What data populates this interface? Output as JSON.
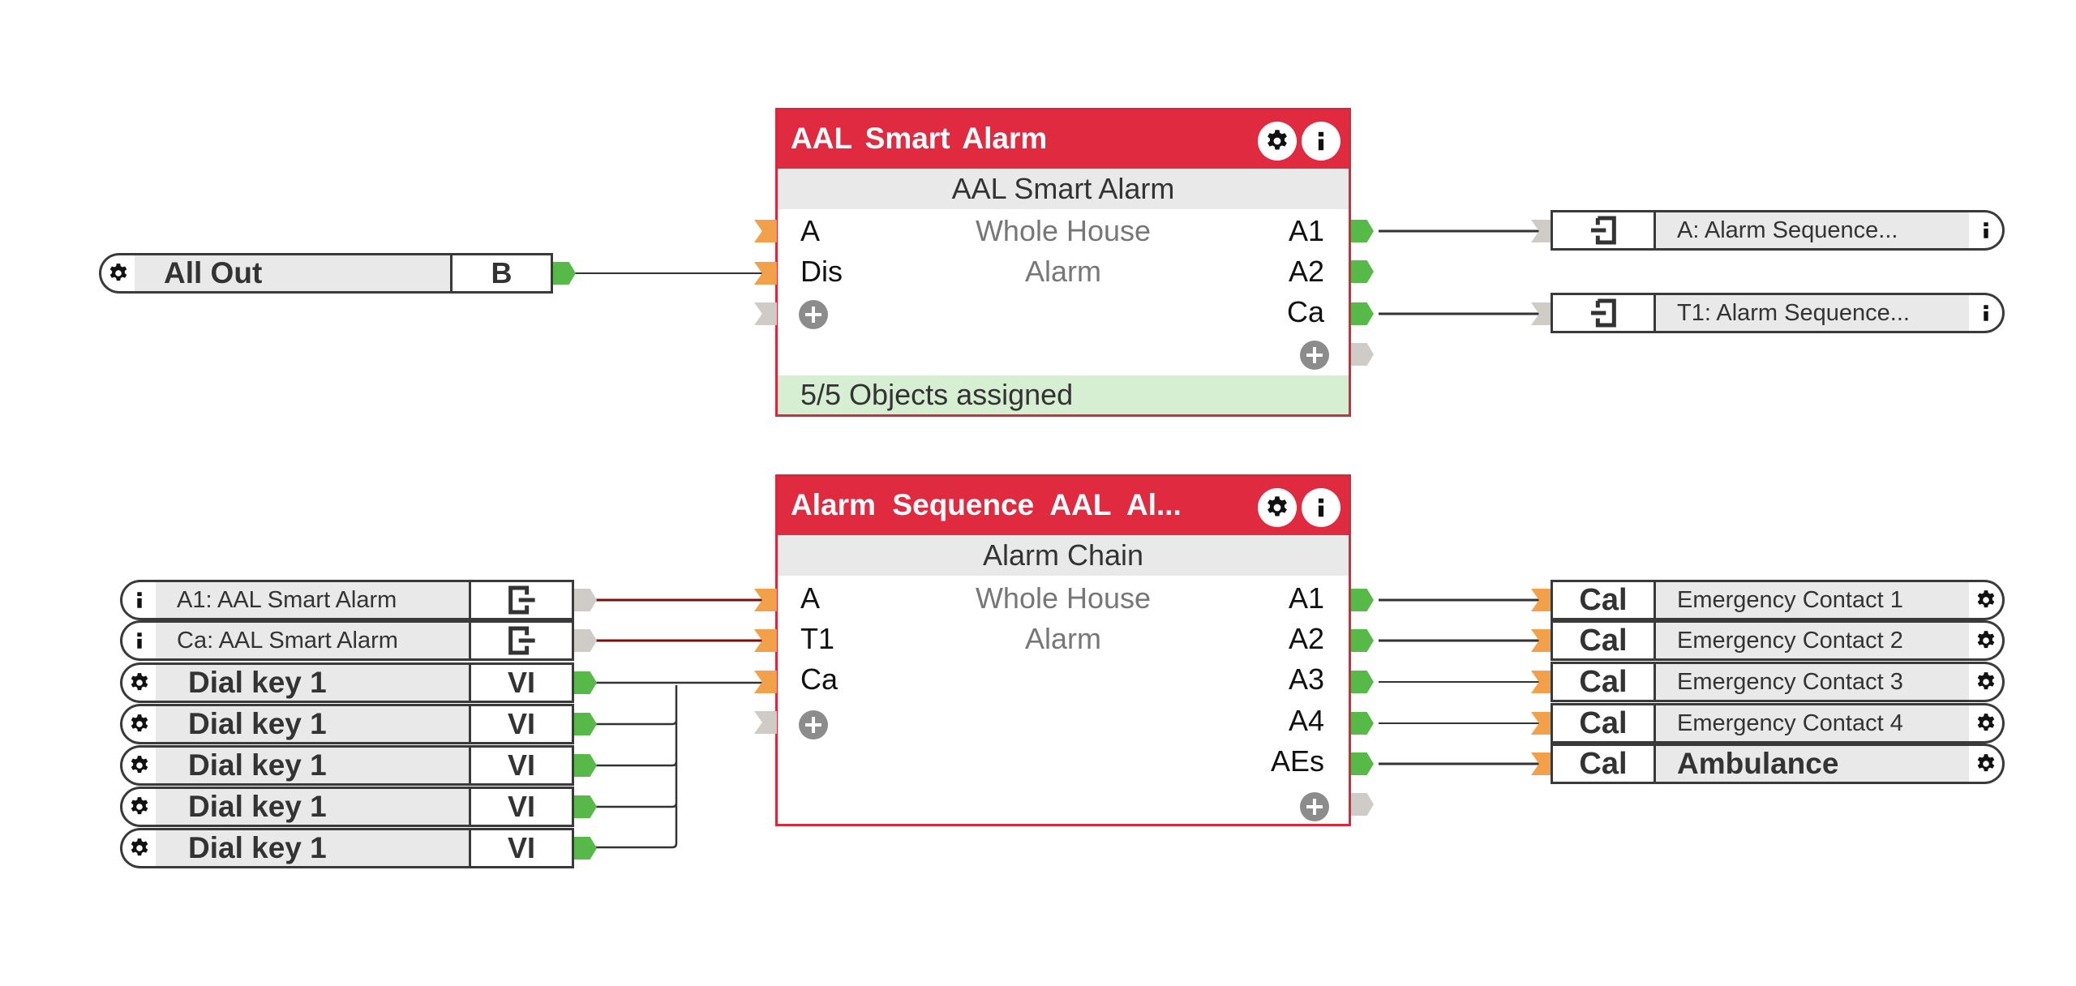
{
  "colors": {
    "block_header": "#df2a40",
    "block_border": "#d9283c",
    "pin_output": "#57b947",
    "pin_input": "#f3a04a",
    "pin_unconnected": "#cfcbc6",
    "wire_default": "#333333",
    "wire_feedback": "#7a0f0f",
    "assigned_footer": "#d6eed2"
  },
  "blocks": [
    {
      "title": "AAL Smart Alarm",
      "subtitle": "AAL Smart Alarm",
      "center_lines": [
        "Whole House",
        "Alarm"
      ],
      "inputs": [
        "A",
        "Dis"
      ],
      "outputs": [
        "A1",
        "A2",
        "Ca"
      ],
      "status": "5/5 Objects assigned",
      "header_icons": [
        "gear-icon",
        "info-icon"
      ]
    },
    {
      "title": "Alarm  Sequence  AAL  Al...",
      "subtitle": "Alarm Chain",
      "center_lines": [
        "Whole House",
        "Alarm"
      ],
      "inputs": [
        "A",
        "T1",
        "Ca"
      ],
      "outputs": [
        "A1",
        "A2",
        "A3",
        "A4",
        "AEs"
      ],
      "header_icons": [
        "gear-icon",
        "info-icon"
      ]
    }
  ],
  "input_nodes_top": [
    {
      "name": "All Out",
      "type": "B",
      "icon": "gear-icon"
    }
  ],
  "output_nodes_top": [
    {
      "name": "A: Alarm Sequence...",
      "icon": "export-icon",
      "cap_icon": "info-icon"
    },
    {
      "name": "T1: Alarm Sequence...",
      "icon": "export-icon",
      "cap_icon": "info-icon"
    }
  ],
  "input_nodes_bottom": [
    {
      "name": "A1: AAL Smart Alarm",
      "icon": "import-icon",
      "cap_icon": "info-icon"
    },
    {
      "name": "Ca: AAL Smart Alarm",
      "icon": "import-icon",
      "cap_icon": "info-icon"
    },
    {
      "name": "Dial key 1",
      "type": "VI",
      "cap_icon": "gear-icon"
    },
    {
      "name": "Dial key 1",
      "type": "VI",
      "cap_icon": "gear-icon"
    },
    {
      "name": "Dial key 1",
      "type": "VI",
      "cap_icon": "gear-icon"
    },
    {
      "name": "Dial key 1",
      "type": "VI",
      "cap_icon": "gear-icon"
    },
    {
      "name": "Dial key 1",
      "type": "VI",
      "cap_icon": "gear-icon"
    }
  ],
  "output_nodes_bottom": [
    {
      "type": "Cal",
      "name": "Emergency Contact 1",
      "cap_icon": "gear-icon"
    },
    {
      "type": "Cal",
      "name": "Emergency Contact 2",
      "cap_icon": "gear-icon"
    },
    {
      "type": "Cal",
      "name": "Emergency Contact 3",
      "cap_icon": "gear-icon"
    },
    {
      "type": "Cal",
      "name": "Emergency Contact 4",
      "cap_icon": "gear-icon"
    },
    {
      "type": "Cal",
      "name": "Ambulance",
      "cap_icon": "gear-icon"
    }
  ],
  "connections": [
    {
      "from": "All Out.B",
      "to": "AAL Smart Alarm.Dis"
    },
    {
      "from": "AAL Smart Alarm.A1",
      "to": "A: Alarm Sequence..."
    },
    {
      "from": "AAL Smart Alarm.Ca",
      "to": "T1: Alarm Sequence..."
    },
    {
      "from": "A1: AAL Smart Alarm",
      "to": "Alarm Sequence.A"
    },
    {
      "from": "Ca: AAL Smart Alarm",
      "to": "Alarm Sequence.T1"
    },
    {
      "from": "Dial key 1 (x5)",
      "to": "Alarm Sequence.Ca"
    },
    {
      "from": "Alarm Sequence.A1",
      "to": "Emergency Contact 1"
    },
    {
      "from": "Alarm Sequence.A2",
      "to": "Emergency Contact 2"
    },
    {
      "from": "Alarm Sequence.A3",
      "to": "Emergency Contact 3"
    },
    {
      "from": "Alarm Sequence.A4",
      "to": "Emergency Contact 4"
    },
    {
      "from": "Alarm Sequence.AEs",
      "to": "Ambulance"
    }
  ]
}
